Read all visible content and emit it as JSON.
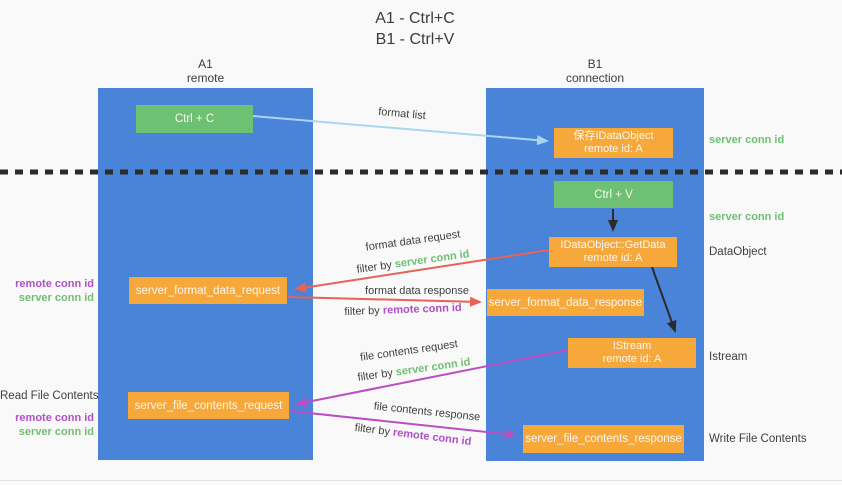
{
  "title": {
    "line1": "A1 - Ctrl+C",
    "line2": "B1 - Ctrl+V"
  },
  "lanes": {
    "a1": {
      "name": "A1",
      "subtitle": "remote"
    },
    "b1": {
      "name": "B1",
      "subtitle": "connection"
    }
  },
  "nodes": {
    "ctrl_c": {
      "label": "Ctrl + C"
    },
    "ctrl_v": {
      "label": "Ctrl + V"
    },
    "save_idataobject": {
      "line1": "保存IDataObject",
      "line2": "remote id: A"
    },
    "idataobject_getdata": {
      "line1": "IDataObject::GetData",
      "line2": "remote id: A"
    },
    "istream": {
      "line1": "IStream",
      "line2": "remote id: A"
    },
    "server_format_data_request": {
      "label": "server_format_data_request"
    },
    "server_format_data_response": {
      "label": "server_format_data_response"
    },
    "server_file_contents_request": {
      "label": "server_file_contents_request"
    },
    "server_file_contents_response": {
      "label": "server_file_contents_response"
    }
  },
  "edge_labels": {
    "format_list": "format list",
    "format_data_request": "format data request",
    "format_data_response": "format data response",
    "file_contents_request": "file contents request",
    "file_contents_response": "file contents response",
    "filter_by": "filter by",
    "server_conn_id": "server conn id",
    "remote_conn_id": "remote conn id"
  },
  "side_labels": {
    "left": {
      "remote_conn_id": "remote conn id",
      "server_conn_id": "server conn id",
      "read_file_contents": "Read File Contents"
    },
    "right": {
      "server_conn_id": "server conn id",
      "dataobject": "DataObject",
      "istream": "Istream",
      "write_file_contents": "Write File Contents"
    }
  },
  "colors": {
    "background": "#f9f9f9",
    "lane_blue": "#4a84d8",
    "node_green": "#6ec072",
    "node_orange": "#f7a83b",
    "arrow_light_blue": "#a9d6ef",
    "arrow_red": "#ea6157",
    "arrow_purple": "#bb4ec4",
    "arrow_black": "#2b2b2b",
    "text_green": "#6fbf72",
    "text_purple": "#b04fc8",
    "text_dark": "#3f3f3f"
  }
}
